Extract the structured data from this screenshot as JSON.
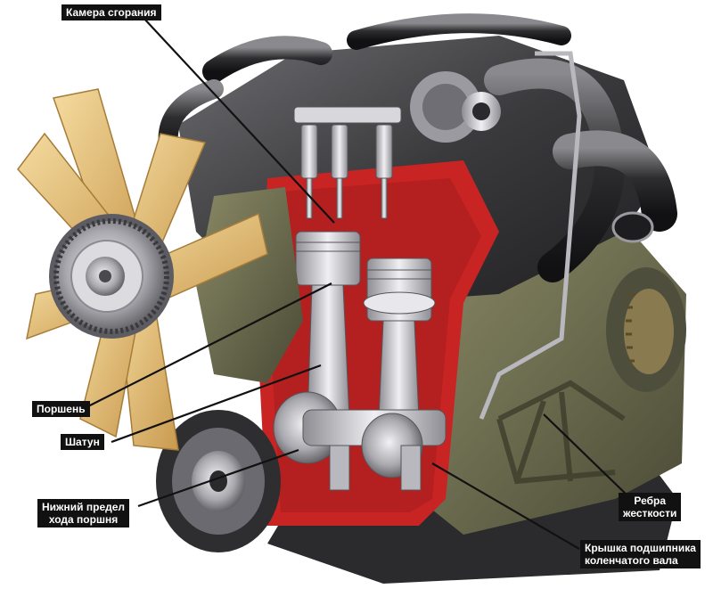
{
  "labels": {
    "combustion_chamber": "Камера сгорания",
    "piston": "Поршень",
    "connecting_rod": "Шатун",
    "bdc_line1": "Нижний предел",
    "bdc_line2": "хода поршня",
    "ribs_line1": "Ребра",
    "ribs_line2": "жесткости",
    "bearing_cap_line1": "Крышка подшипника",
    "bearing_cap_line2": "коленчатого вала"
  },
  "colors": {
    "engine_body": "#3a3a3c",
    "block_olive": "#6b6b4e",
    "cutaway_red": "#d42a2a",
    "fan_blade": "#e6c07a",
    "metal_silver": "#c9c9cf",
    "label_bg": "#111111",
    "label_text": "#ffffff"
  }
}
